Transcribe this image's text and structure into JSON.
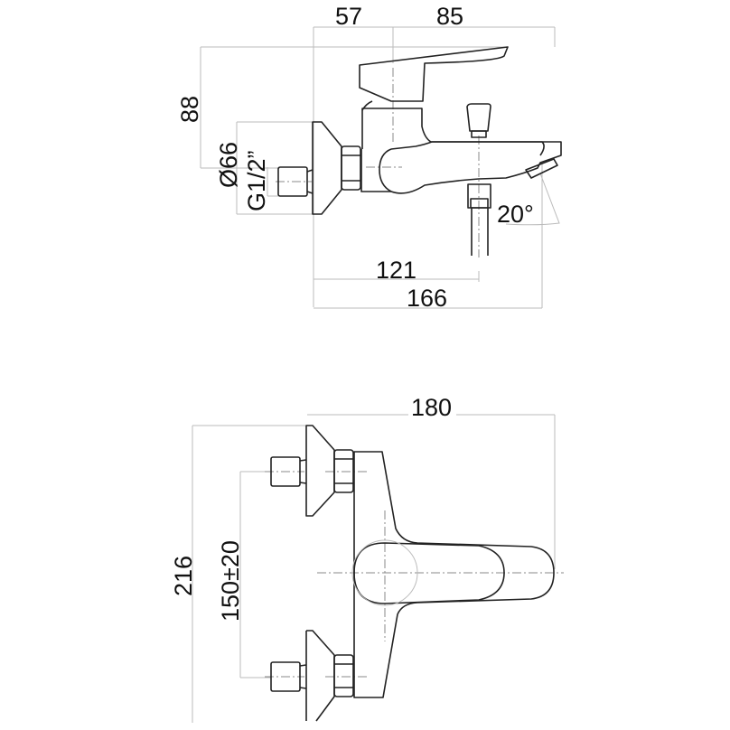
{
  "side_view": {
    "dim_width_left": "57",
    "dim_width_right": "85",
    "dim_height": "88",
    "dim_escutcheon_diameter": "Ø66",
    "dim_thread": "G1/2”",
    "dim_angle": "20°",
    "dim_spout_axis": "121",
    "dim_total_depth": "166"
  },
  "front_view": {
    "dim_width": "180",
    "dim_height": "216",
    "dim_centers": "150±20"
  }
}
